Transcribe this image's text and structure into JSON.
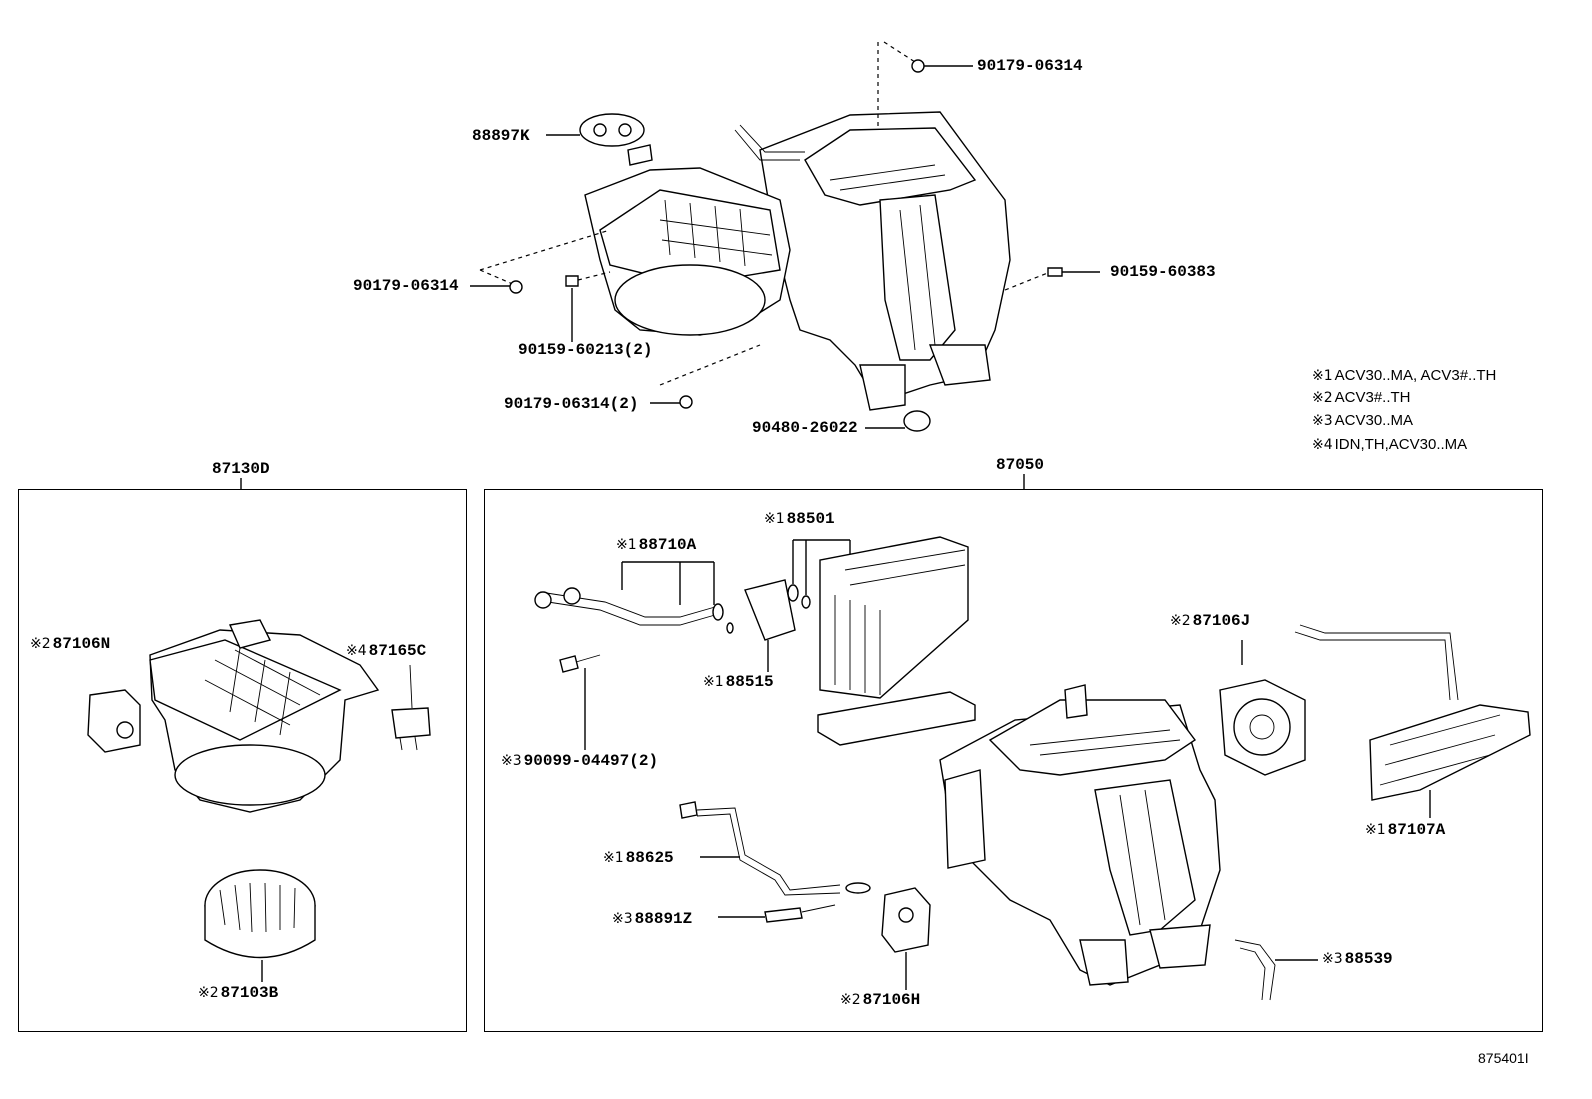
{
  "legend": [
    {
      "mark": "※1",
      "text": "ACV30..MA, ACV3#..TH"
    },
    {
      "mark": "※2",
      "text": "ACV3#..TH"
    },
    {
      "mark": "※3",
      "text": "ACV30..MA"
    },
    {
      "mark": "※4",
      "text": "IDN,TH,ACV30..MA"
    }
  ],
  "groups": {
    "left": "87130D",
    "right": "87050"
  },
  "top_parts": {
    "p1": "90179-06314",
    "p2": "88897K",
    "p3": "90179-06314",
    "p4": "90159-60383",
    "p5": "90159-60213(2)",
    "p6": "90179-06314(2)",
    "p7": "90480-26022"
  },
  "left_parts": {
    "p1_mark": "※2",
    "p1": "87106N",
    "p2_mark": "※4",
    "p2": "87165C",
    "p3_mark": "※2",
    "p3": "87103B"
  },
  "right_parts": {
    "p1_mark": "※1",
    "p1": "88710A",
    "p2_mark": "※1",
    "p2": "88501",
    "p3_mark": "※1",
    "p3": "88515",
    "p4_mark": "※3",
    "p4": "90099-04497(2)",
    "p5_mark": "※2",
    "p5": "87106J",
    "p6_mark": "※1",
    "p6": "87107A",
    "p7_mark": "※1",
    "p7": "88625",
    "p8_mark": "※3",
    "p8": "88891Z",
    "p9_mark": "※2",
    "p9": "87106H",
    "p10_mark": "※3",
    "p10": "88539"
  },
  "figure_id": "875401I"
}
